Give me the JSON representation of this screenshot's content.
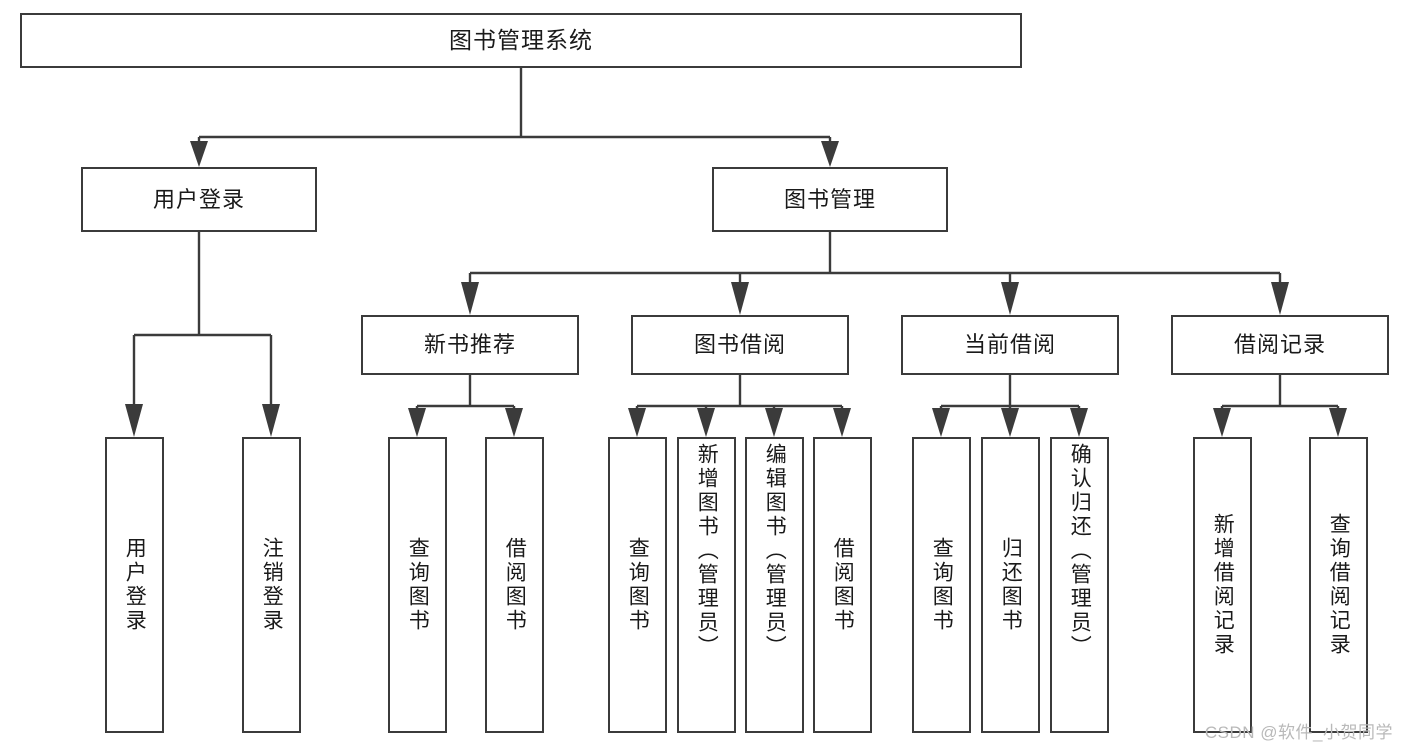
{
  "diagram": {
    "type": "tree-hierarchy-diagram",
    "title": "图书管理系统",
    "colors": {
      "stroke": "#3b3b3b",
      "fill": "#ffffff",
      "text": "#1a1a1a",
      "watermark": "#b9b9b9"
    },
    "nodes": {
      "root": "图书管理系统",
      "level2": {
        "user_login": "用户登录",
        "book_manage": "图书管理"
      },
      "level3": {
        "new_book_rec": "新书推荐",
        "book_borrow": "图书借阅",
        "current_borrow": "当前借阅",
        "borrow_record": "借阅记录"
      },
      "leaves": {
        "user_login_1": "用户登录",
        "user_login_2": "注销登录",
        "new_book_rec_1": "查询图书",
        "new_book_rec_2": "借阅图书",
        "book_borrow_1": "查询图书",
        "book_borrow_2": "新增图书（管理员）",
        "book_borrow_3": "编辑图书（管理员）",
        "book_borrow_4": "借阅图书",
        "current_borrow_1": "查询图书",
        "current_borrow_2": "归还图书",
        "current_borrow_3": "确认归还（管理员）",
        "borrow_record_1": "新增借阅记录",
        "borrow_record_2": "查询借阅记录"
      }
    },
    "edges": [
      {
        "from": "root",
        "to": "user_login"
      },
      {
        "from": "root",
        "to": "book_manage"
      },
      {
        "from": "book_manage",
        "to": "new_book_rec"
      },
      {
        "from": "book_manage",
        "to": "book_borrow"
      },
      {
        "from": "book_manage",
        "to": "current_borrow"
      },
      {
        "from": "book_manage",
        "to": "borrow_record"
      },
      {
        "from": "user_login",
        "to": "user_login_1"
      },
      {
        "from": "user_login",
        "to": "user_login_2"
      },
      {
        "from": "new_book_rec",
        "to": "new_book_rec_1"
      },
      {
        "from": "new_book_rec",
        "to": "new_book_rec_2"
      },
      {
        "from": "book_borrow",
        "to": "book_borrow_1"
      },
      {
        "from": "book_borrow",
        "to": "book_borrow_2"
      },
      {
        "from": "book_borrow",
        "to": "book_borrow_3"
      },
      {
        "from": "book_borrow",
        "to": "book_borrow_4"
      },
      {
        "from": "current_borrow",
        "to": "current_borrow_1"
      },
      {
        "from": "current_borrow",
        "to": "current_borrow_2"
      },
      {
        "from": "current_borrow",
        "to": "current_borrow_3"
      },
      {
        "from": "borrow_record",
        "to": "borrow_record_1"
      },
      {
        "from": "borrow_record",
        "to": "borrow_record_2"
      }
    ],
    "watermark": "CSDN @软件_小贺同学"
  }
}
